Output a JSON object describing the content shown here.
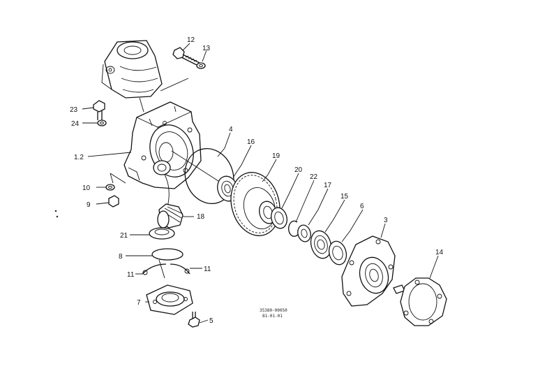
{
  "diagram": {
    "callouts": [
      {
        "id": "c12",
        "text": "12"
      },
      {
        "id": "c13",
        "text": "13"
      },
      {
        "id": "c23",
        "text": "23"
      },
      {
        "id": "c24",
        "text": "24"
      },
      {
        "id": "c4",
        "text": "4"
      },
      {
        "id": "c16",
        "text": "16"
      },
      {
        "id": "c19",
        "text": "19"
      },
      {
        "id": "c12b",
        "text": "1.2"
      },
      {
        "id": "c20",
        "text": "20"
      },
      {
        "id": "c22",
        "text": "22"
      },
      {
        "id": "c17",
        "text": "17"
      },
      {
        "id": "c15",
        "text": "15"
      },
      {
        "id": "c6",
        "text": "6"
      },
      {
        "id": "c10",
        "text": "10"
      },
      {
        "id": "c9",
        "text": "9"
      },
      {
        "id": "c18",
        "text": "18"
      },
      {
        "id": "c3",
        "text": "3"
      },
      {
        "id": "c21",
        "text": "21"
      },
      {
        "id": "c8",
        "text": "8"
      },
      {
        "id": "c14",
        "text": "14"
      },
      {
        "id": "c11a",
        "text": "11"
      },
      {
        "id": "c11b",
        "text": "11"
      },
      {
        "id": "c7",
        "text": "7"
      },
      {
        "id": "c5",
        "text": "5"
      }
    ],
    "stamp": {
      "line1": "35380-00050",
      "line2": "81-01-01"
    }
  }
}
